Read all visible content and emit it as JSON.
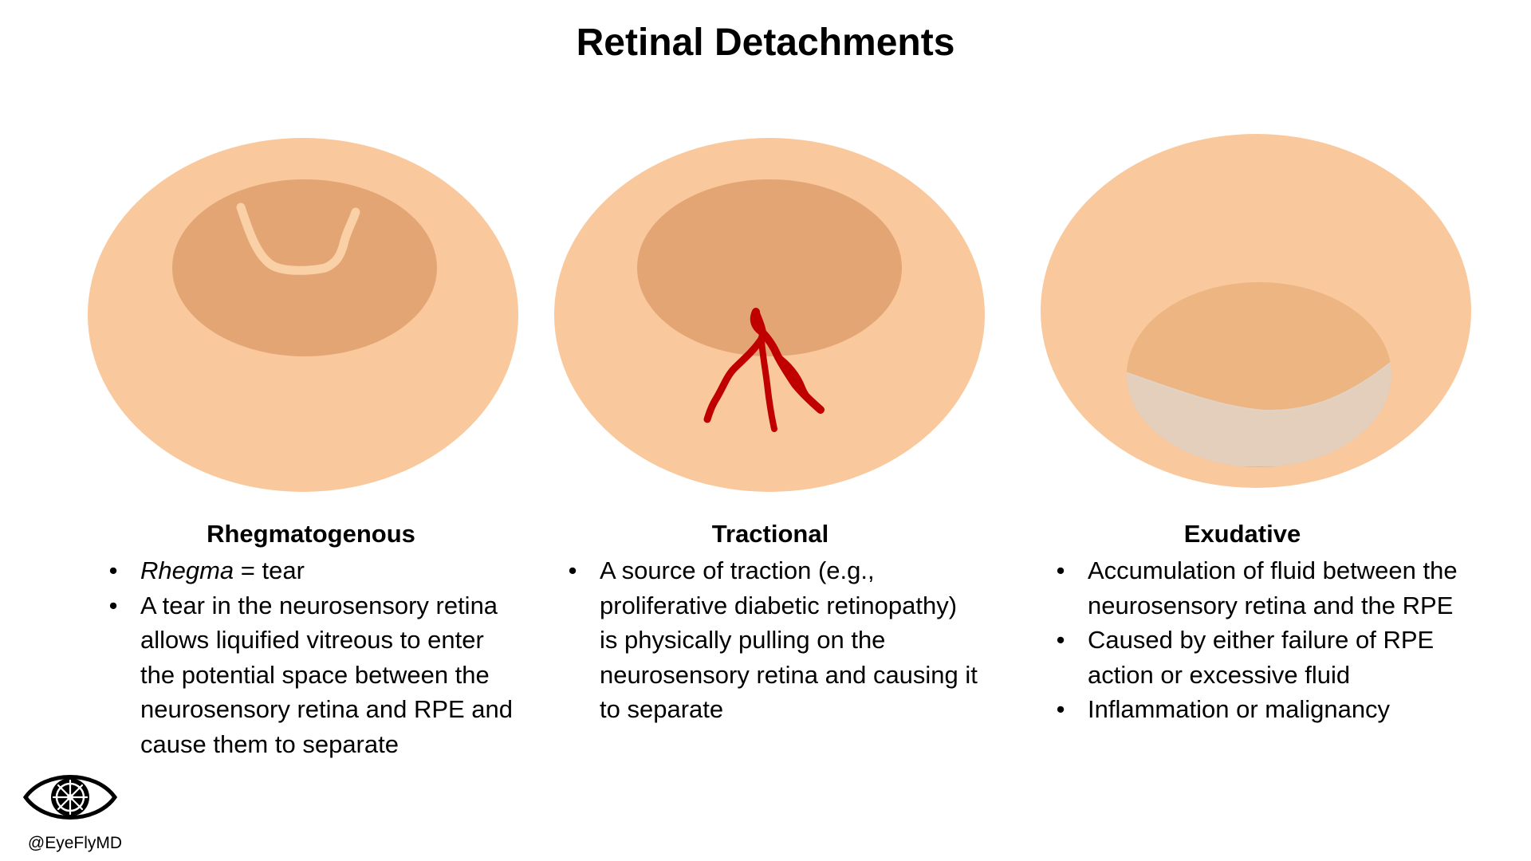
{
  "title": "Retinal Detachments",
  "colors": {
    "fundus": "#F9C89C",
    "macula": "#E2A573",
    "tear": "#FAD0A7",
    "vessel": "#C00000",
    "exudative_bulge": "#EDB582",
    "fluid": "#E3D1C1"
  },
  "panels": [
    {
      "heading": "Rhegmatogenous",
      "bullets": [
        {
          "italic": "Rhegma",
          "text": " = tear"
        },
        {
          "italic": "",
          "text": "A tear in the neurosensory retina allows liquified vitreous to enter the potential space between the neurosensory retina and RPE and cause them to separate"
        }
      ]
    },
    {
      "heading": "Tractional",
      "bullets": [
        {
          "italic": "",
          "text": "A source of traction (e.g., proliferative diabetic retinopathy) is physically pulling on the neurosensory retina and causing it to separate"
        }
      ]
    },
    {
      "heading": "Exudative",
      "bullets": [
        {
          "italic": "",
          "text": "Accumulation of fluid between the neurosensory retina and the RPE"
        },
        {
          "italic": "",
          "text": "Caused by either failure of RPE action or excessive fluid"
        },
        {
          "italic": "",
          "text": "Inflammation or malignancy"
        }
      ]
    }
  ],
  "logo": {
    "icon": "eye-wheel-icon",
    "handle": "@EyeFlyMD"
  }
}
